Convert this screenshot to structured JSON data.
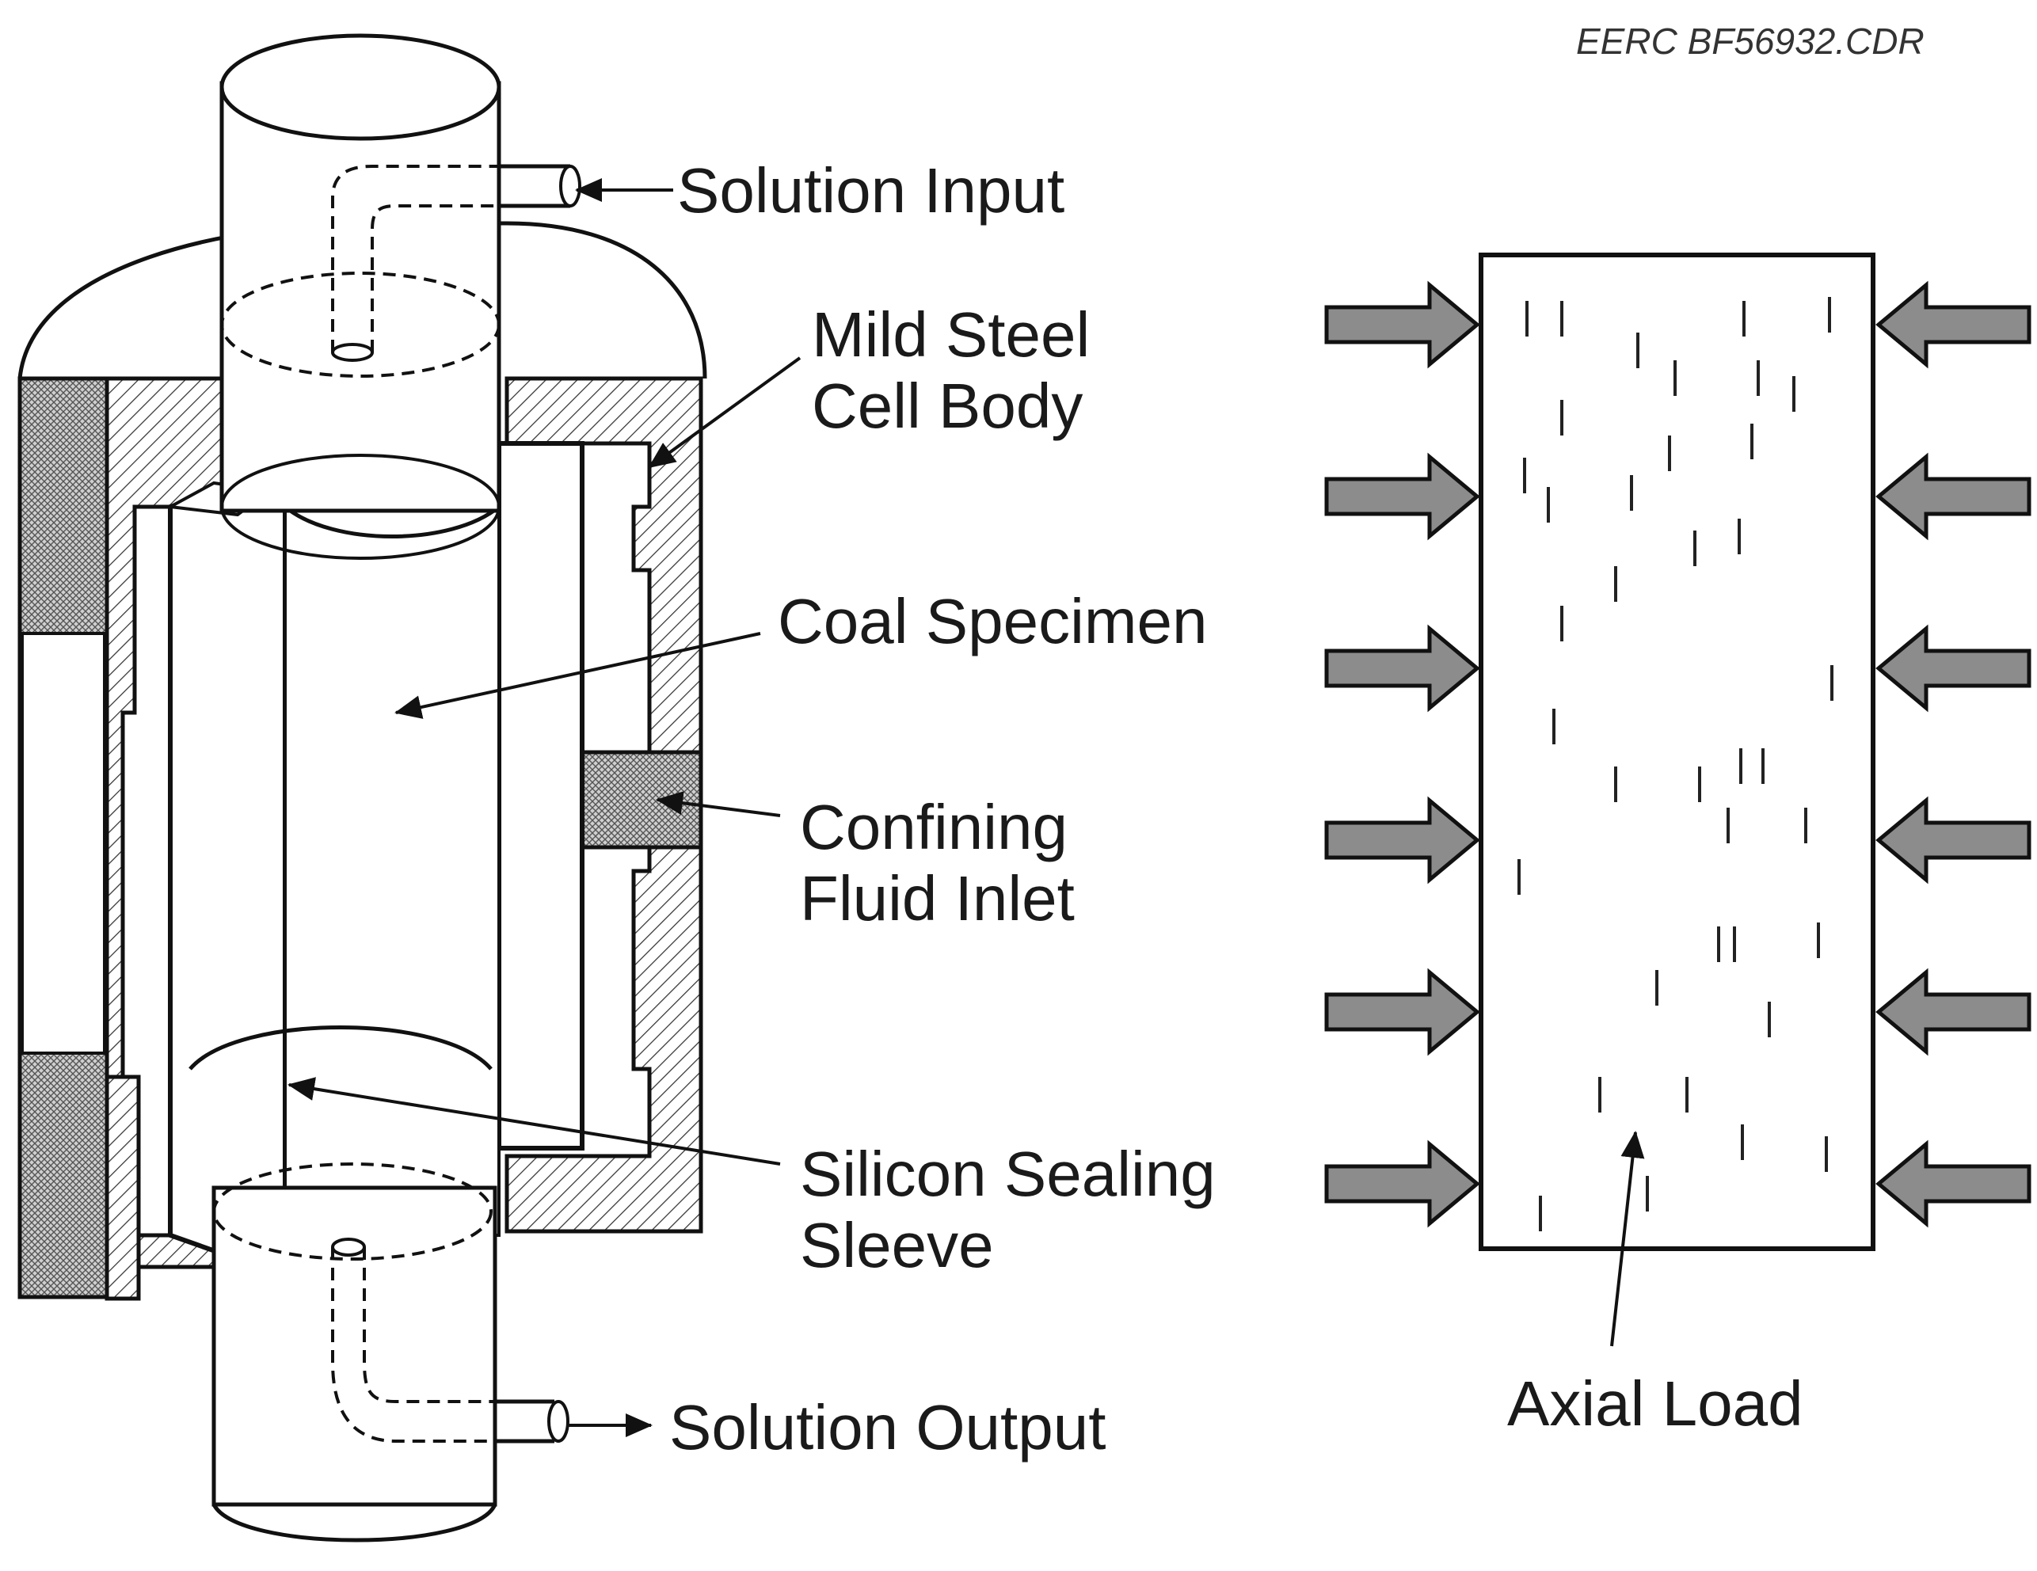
{
  "drawing_code": "EERC BF56932.CDR",
  "cell_labels": {
    "solution_input": "Solution Input",
    "cell_body_line1": "Mild Steel",
    "cell_body_line2": "Cell Body",
    "coal_specimen": "Coal Specimen",
    "fluid_inlet_line1": "Confining",
    "fluid_inlet_line2": "Fluid Inlet",
    "sealing_sleeve_line1": "Silicon Sealing",
    "sealing_sleeve_line2": "Sleeve",
    "solution_output": "Solution Output"
  },
  "load_diagram": {
    "axial_load": "Axial Load",
    "arrows_per_side": 6,
    "arrow_color": "#8c8c8c"
  }
}
